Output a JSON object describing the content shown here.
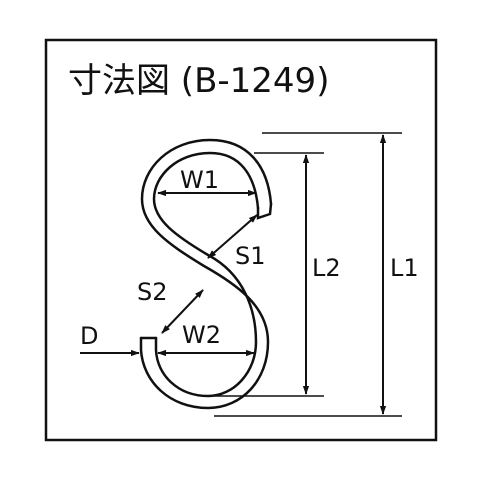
{
  "title": "寸法図 (B-1249)",
  "labels": {
    "w1": "W1",
    "w2": "W2",
    "s1": "S1",
    "s2": "S2",
    "d": "D",
    "l1": "L1",
    "l2": "L2"
  },
  "colors": {
    "stroke": "#111111",
    "background": "#ffffff"
  }
}
